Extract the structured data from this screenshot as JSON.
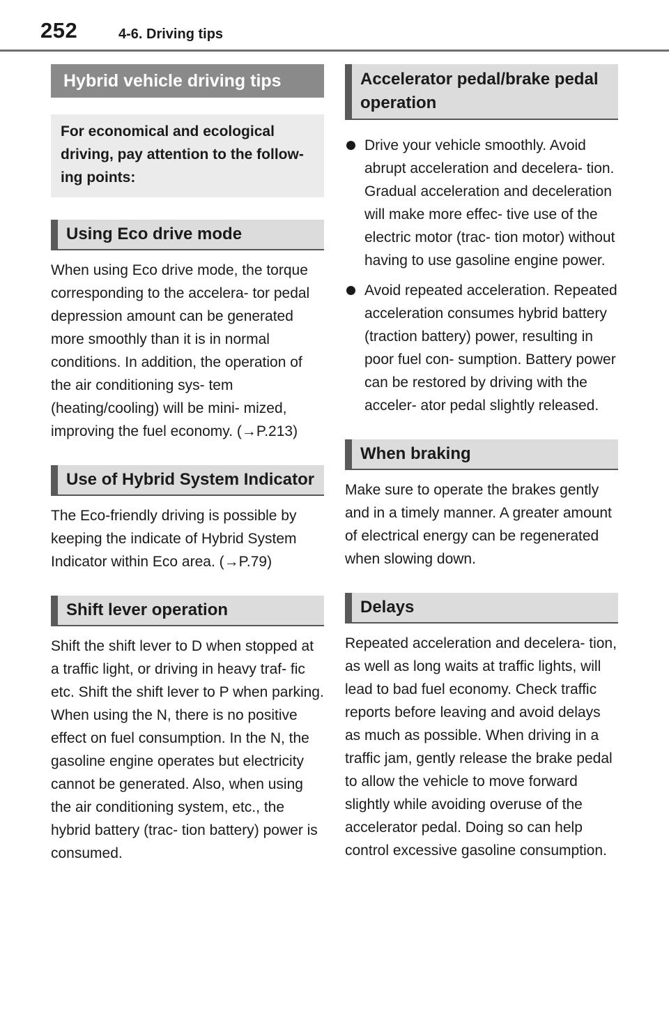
{
  "header": {
    "page_number": "252",
    "section": "4-6. Driving tips"
  },
  "left": {
    "title": "Hybrid vehicle driving tips",
    "intro": "For economical and ecological driving, pay attention to the follow- ing points:",
    "sections": [
      {
        "heading": "Using Eco drive mode",
        "text": "When using Eco drive mode, the torque corresponding to the accelera- tor pedal depression amount can be generated more smoothly than it is in normal conditions. In addition, the operation of the air conditioning sys- tem (heating/cooling) will be mini- mized, improving the fuel economy. (→P.213)"
      },
      {
        "heading": "Use of Hybrid System Indicator",
        "text": "The Eco-friendly driving is possible by keeping the indicate of Hybrid System Indicator within Eco area. (→P.79)"
      },
      {
        "heading": "Shift lever operation",
        "text": "Shift the shift lever to D when stopped at a traffic light, or driving in heavy traf- fic etc. Shift the shift lever to P when parking. When using the N, there is no positive effect on fuel consumption. In the N, the gasoline engine operates but electricity cannot be generated. Also, when using the air conditioning system, etc., the hybrid battery (trac- tion battery) power is consumed."
      }
    ]
  },
  "right": {
    "accel_heading": "Accelerator pedal/brake pedal operation",
    "bullets": [
      "Drive your vehicle smoothly. Avoid abrupt acceleration and decelera- tion. Gradual acceleration and deceleration will make more effec- tive use of the electric motor (trac- tion motor) without having to use gasoline engine power.",
      "Avoid repeated acceleration. Repeated acceleration consumes hybrid battery (traction battery) power, resulting in poor fuel con- sumption. Battery power can be restored by driving with the acceler- ator pedal slightly released."
    ],
    "braking_heading": "When braking",
    "braking_text": "Make sure to operate the brakes gently and in a timely manner. A greater amount of electrical energy can be regenerated when slowing down.",
    "delays_heading": "Delays",
    "delays_text": "Repeated acceleration and decelera- tion, as well as long waits at traffic lights, will lead to bad fuel economy. Check traffic reports before leaving and avoid delays as much as possible. When driving in a traffic jam, gently release the brake pedal to allow the vehicle to move forward slightly while avoiding overuse of the accelerator pedal. Doing so can help control excessive gasoline consumption."
  }
}
